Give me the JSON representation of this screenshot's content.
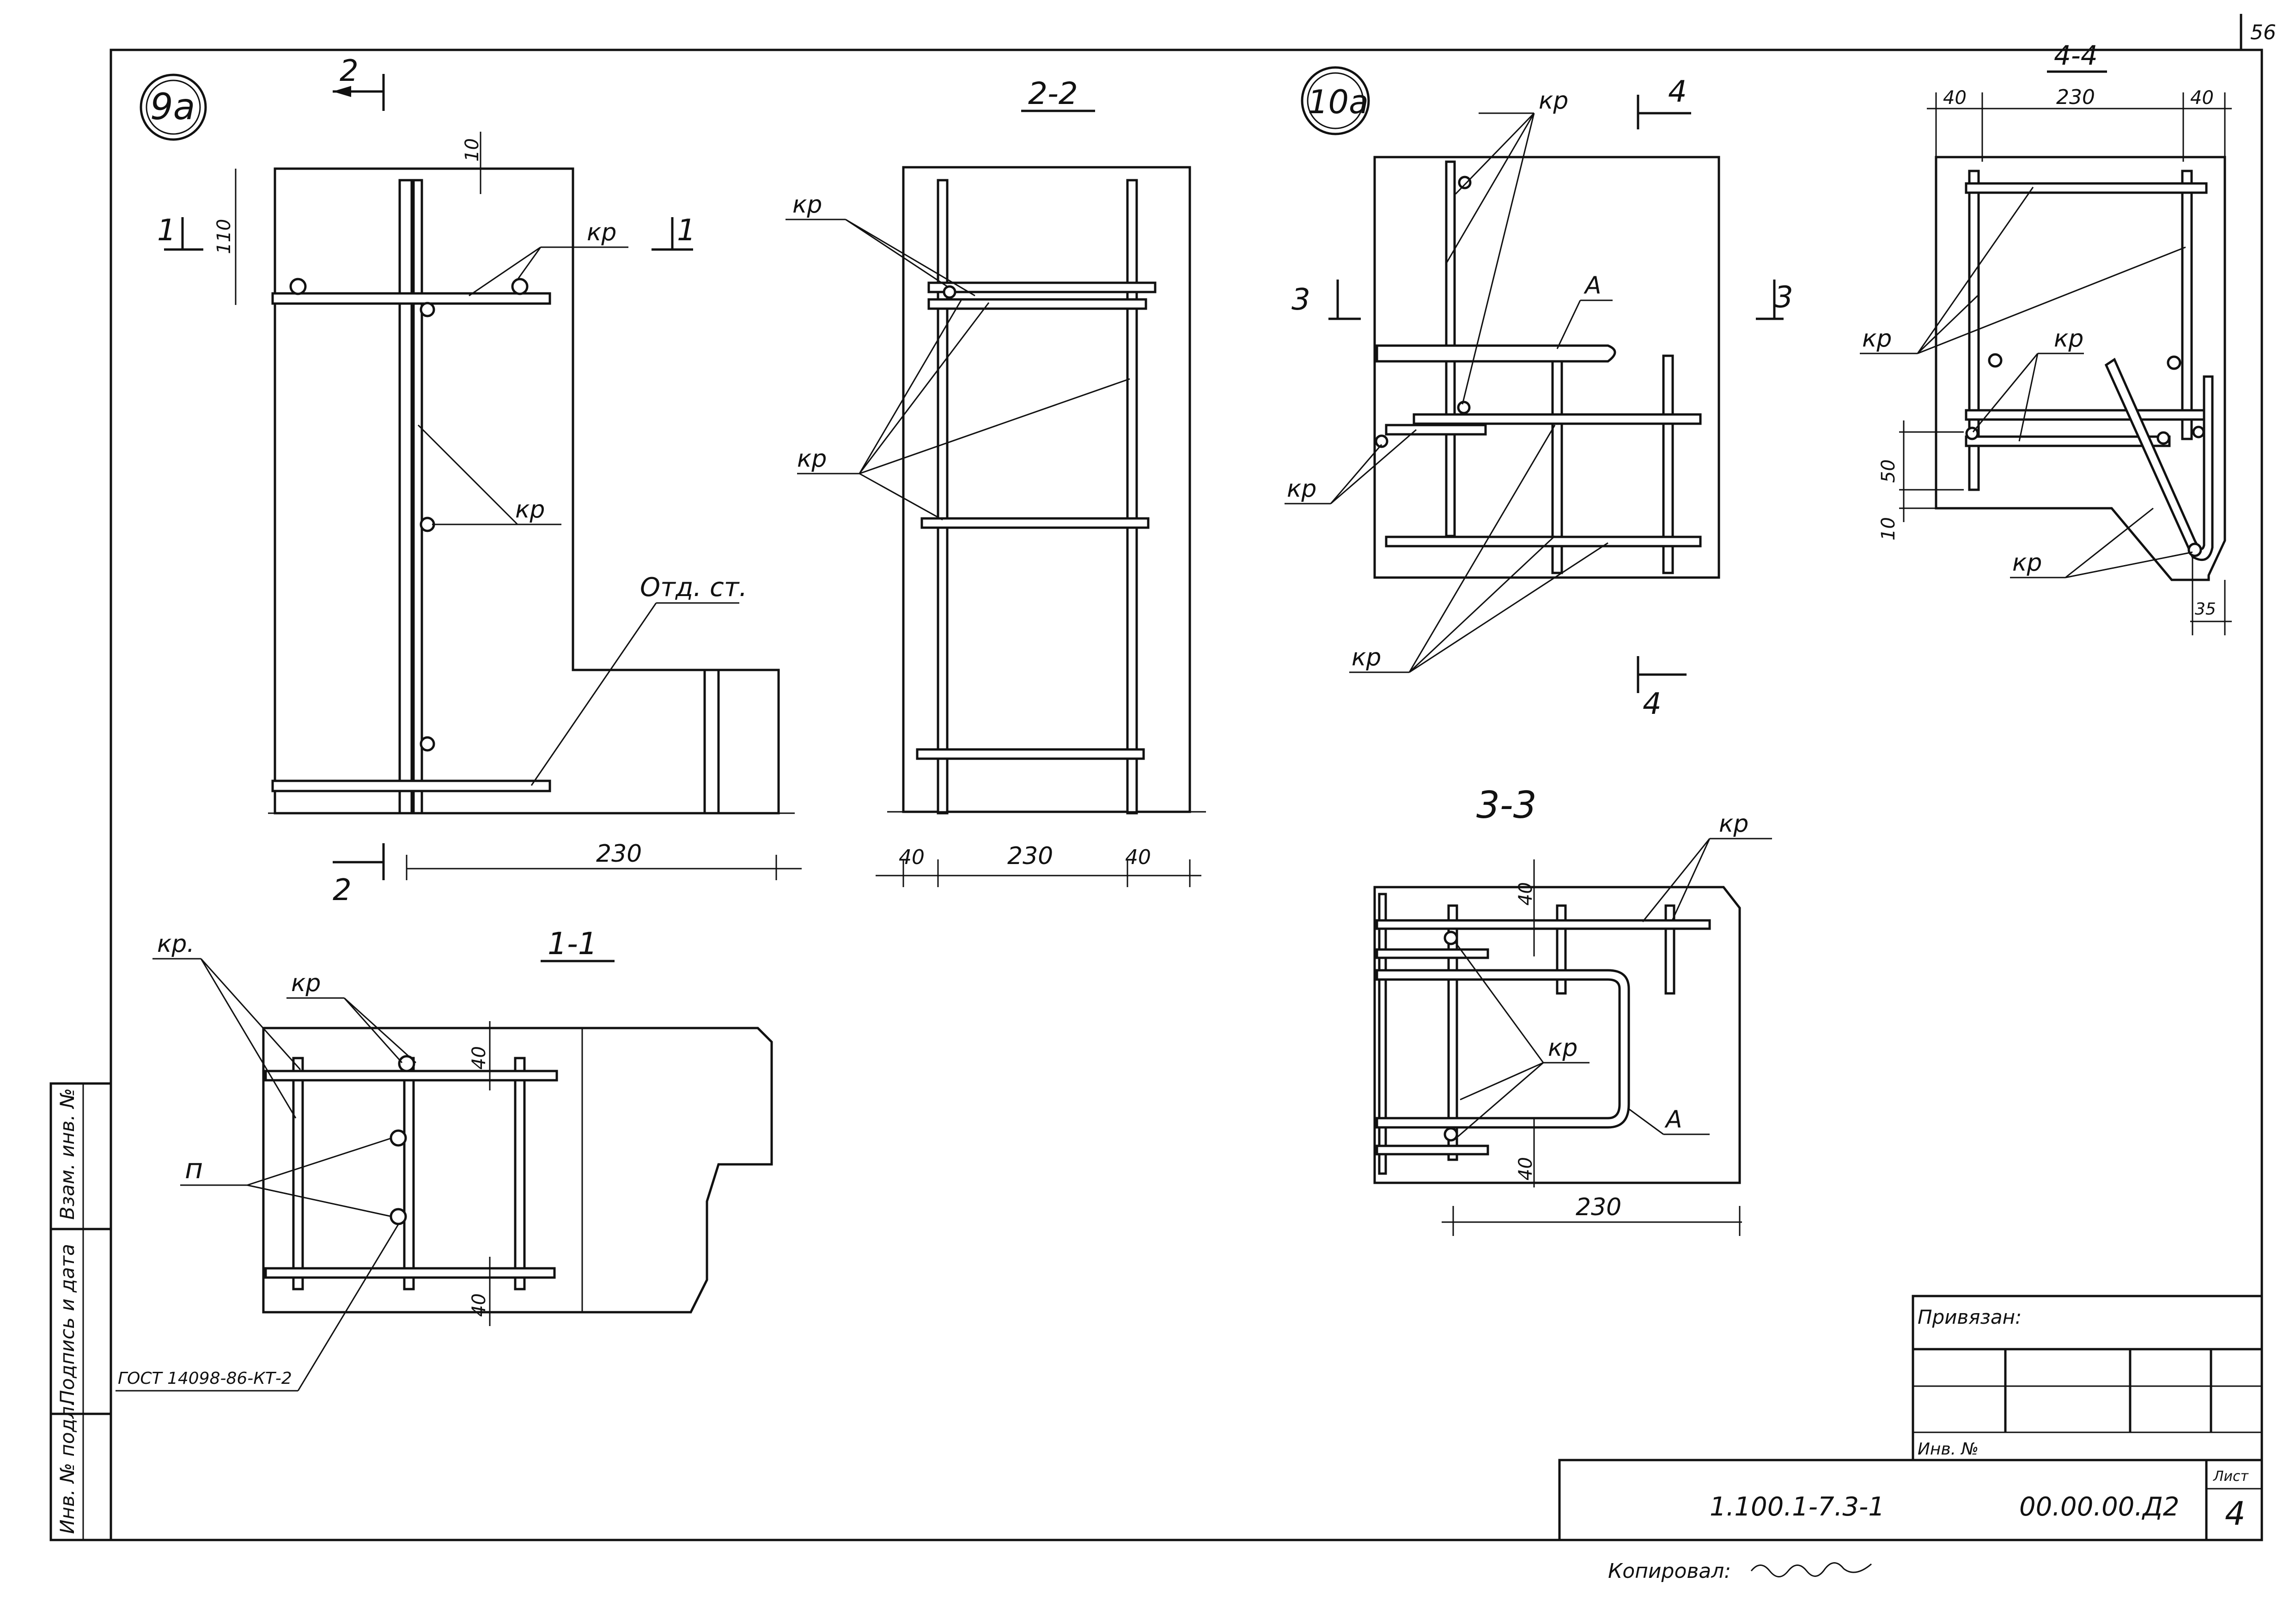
{
  "sheet": {
    "page_number": "56",
    "copied_by_label": "Копировал:",
    "copied_by_signature": "signature"
  },
  "side_stamp": {
    "inv_podl": "Инв. № подл.",
    "podpis_data": "Подпись и дата",
    "vzam_inv": "Взам. инв. №"
  },
  "title_block": {
    "privyazan": "Привязан:",
    "inv_no": "Инв. №",
    "code": "1.100.1-7.3-1",
    "doc": "00.00.00.Д2",
    "list_label": "Лист",
    "list_no": "4"
  },
  "node_9a": {
    "marker": "9а",
    "cut_2": "2",
    "cut_1": "1",
    "dim_10": "10",
    "dim_110": "110",
    "dim_230": "230",
    "label_kp1": "кр",
    "label_kp2": "кр",
    "label_otd": "Отд. ст."
  },
  "section_2_2": {
    "title": "2-2",
    "label_kp_top": "кр",
    "label_kp_mid": "кр",
    "dim_40_left": "40",
    "dim_230": "230",
    "dim_40_right": "40"
  },
  "section_1_1": {
    "title": "1-1",
    "label_kp_left": "кр.",
    "label_kp_top": "кр",
    "label_p": "п",
    "label_gost": "ГОСТ 14098-86-КТ-2",
    "dim_40_top": "40",
    "dim_40_bottom": "40"
  },
  "node_10a": {
    "marker": "10а",
    "cut_4": "4",
    "cut_3": "3",
    "label_kp_top": "кр",
    "label_a": "А",
    "label_kp_left": "кр",
    "label_kp_bottom": "кр"
  },
  "section_3_3": {
    "title": "3-3",
    "label_kp_top": "кр",
    "label_kp_mid": "кр",
    "label_a": "А",
    "dim_40_top": "40",
    "dim_40_bottom": "40",
    "dim_230": "230"
  },
  "section_4_4": {
    "title": "4-4",
    "dim_40_left": "40",
    "dim_230": "230",
    "dim_40_right": "40",
    "label_kp_left": "кр",
    "label_kp_mid": "кр",
    "label_kp_bottom": "кр",
    "dim_50": "50",
    "dim_10": "10",
    "dim_35": "35"
  }
}
